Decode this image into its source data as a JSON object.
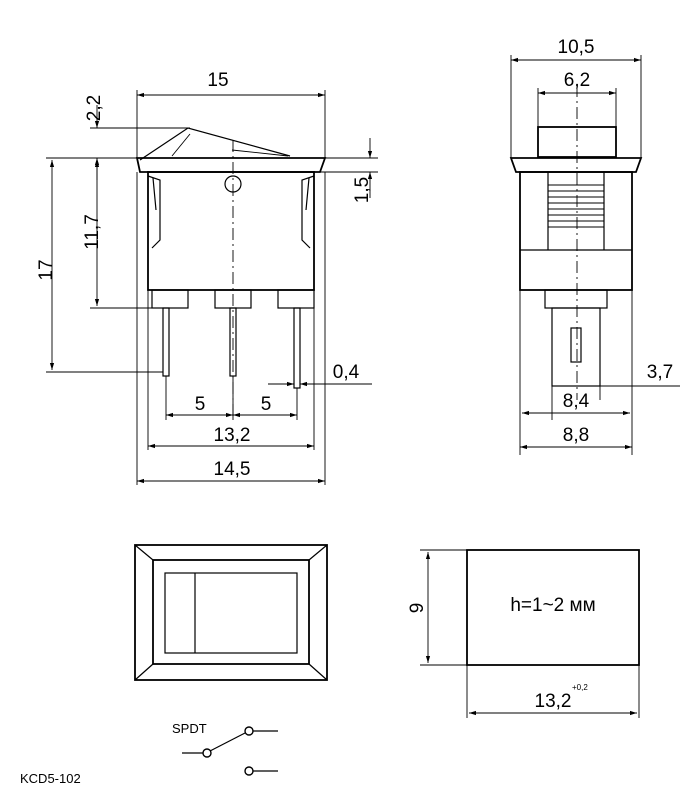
{
  "front_view": {
    "width_body": "15",
    "rocker_height": "2,2",
    "flange": "1,5",
    "body_height": "11,7",
    "total_height": "17",
    "pin_thickness": "0,4",
    "pitch_left": "5",
    "pitch_right": "5",
    "pins_span": "13,2",
    "bottom_width": "14,5"
  },
  "side_view": {
    "flange_width": "10,5",
    "rocker_width": "6,2",
    "pin_offset": "3,7",
    "inner_width": "8,4",
    "body_width": "8,8"
  },
  "cutout": {
    "height": "9",
    "width": "13,2",
    "tolerance": "+0,2",
    "depth_note": "h=1~2 мм"
  },
  "schematic": {
    "type_label": "SPDT"
  },
  "model": "KCD5-102"
}
